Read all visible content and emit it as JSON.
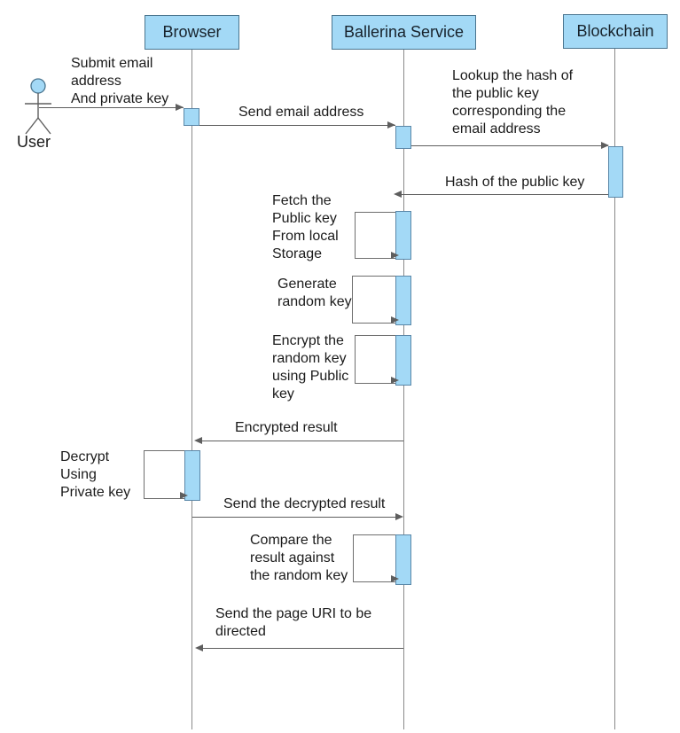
{
  "colors": {
    "fill": "#A3D9F6",
    "box-stroke": "#4a758f",
    "act-stroke": "#5a87a8"
  },
  "actor": {
    "label": "User"
  },
  "participants": [
    {
      "label": "Browser"
    },
    {
      "label": "Ballerina Service"
    },
    {
      "label": "Blockchain"
    }
  ],
  "messages": {
    "submit_email": {
      "label": "Submit email\naddress\nAnd private key",
      "from": "User",
      "to": "Browser"
    },
    "send_email": {
      "label": "Send email address",
      "from": "Browser",
      "to": "Ballerina Service"
    },
    "lookup_hash": {
      "label": "Lookup the hash of\nthe public key\ncorresponding the\nemail address",
      "from": "Ballerina Service",
      "to": "Blockchain"
    },
    "hash_return": {
      "label": "Hash of the public key",
      "from": "Blockchain",
      "to": "Ballerina Service"
    },
    "fetch_key": {
      "label": "Fetch the\nPublic key\nFrom local\nStorage",
      "from": "Ballerina Service",
      "to": "Ballerina Service"
    },
    "generate_key": {
      "label": "Generate\nrandom key",
      "from": "Ballerina Service",
      "to": "Ballerina Service"
    },
    "encrypt_key": {
      "label": "Encrypt the\nrandom key\nusing Public\nkey",
      "from": "Ballerina Service",
      "to": "Ballerina Service"
    },
    "encrypted_result": {
      "label": "Encrypted result",
      "from": "Ballerina Service",
      "to": "Browser"
    },
    "decrypt": {
      "label": "Decrypt\nUsing\nPrivate key",
      "from": "Browser",
      "to": "Browser"
    },
    "send_decrypted": {
      "label": "Send the decrypted result",
      "from": "Browser",
      "to": "Ballerina Service"
    },
    "compare": {
      "label": "Compare the\nresult against\nthe random key",
      "from": "Ballerina Service",
      "to": "Ballerina Service"
    },
    "send_uri": {
      "label": "Send the page URI to be\ndirected",
      "from": "Ballerina Service",
      "to": "Browser"
    }
  }
}
